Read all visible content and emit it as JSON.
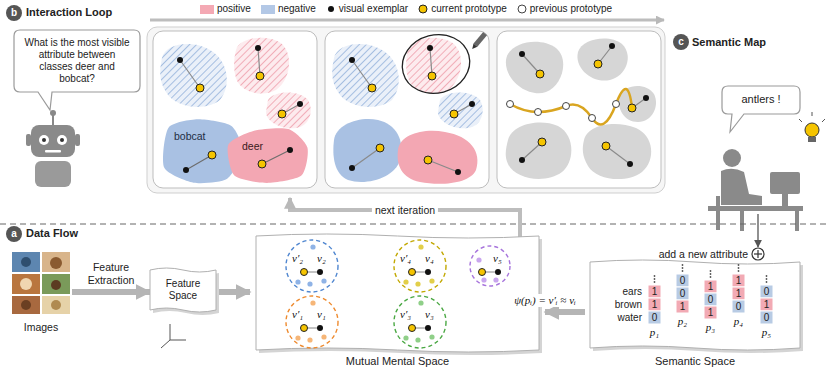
{
  "diagram": {
    "nodes": [
      {
        "text": [
          "b"
        ]
      },
      {
        "text": [
          "What is the most visible attribute between classes deer and bobcat?"
        ]
      },
      {
        "text": [
          "bobcat"
        ]
      },
      {
        "text": [
          "deer"
        ]
      },
      {
        "text": [
          "c"
        ]
      },
      {
        "text": [
          "antlers !"
        ]
      },
      {
        "text": [
          "a"
        ]
      },
      {
        "text": [
          "Images"
        ]
      },
      {
        "text": [
          "Feature Space"
        ]
      },
      {
        "text": [
          "Mutual Mental Space"
        ]
      },
      {
        "text": [
          "Semantic Space"
        ]
      }
    ],
    "edges": [
      {
        "from": 7,
        "to": 8,
        "arrow": "to",
        "label": "Feature Extraction"
      },
      {
        "from": 8,
        "to": 9,
        "arrow": "to"
      },
      {
        "from": 10,
        "to": 9,
        "arrow": "to",
        "label": "ψ(pᵢ) = v′ᵢ ≈ vᵢ"
      }
    ],
    "labels": [
      "Interaction Loop",
      "Semantic Map",
      "next iteration",
      "add a new attribute",
      "Data Flow",
      "v′₂",
      "v₂",
      "v′₄",
      "v₄",
      "v₅",
      "v′₁",
      "v₁",
      "v′₃",
      "v₃",
      "ears",
      "brown",
      "water",
      "p₁",
      "p₂",
      "p₃",
      "p₄",
      "p₅",
      "1",
      "1",
      "0",
      "0",
      "0",
      "1",
      "1",
      "0",
      "1",
      "1",
      "1",
      "0",
      "0",
      "1",
      "0"
    ],
    "legend": [
      {
        "text": "positive",
        "color": "#f4a9b4"
      },
      {
        "text": "negative",
        "color": "#b3c8e6"
      },
      {
        "text": "visual exemplar"
      },
      {
        "text": "current prototype"
      },
      {
        "text": "previous prototype"
      }
    ]
  }
}
